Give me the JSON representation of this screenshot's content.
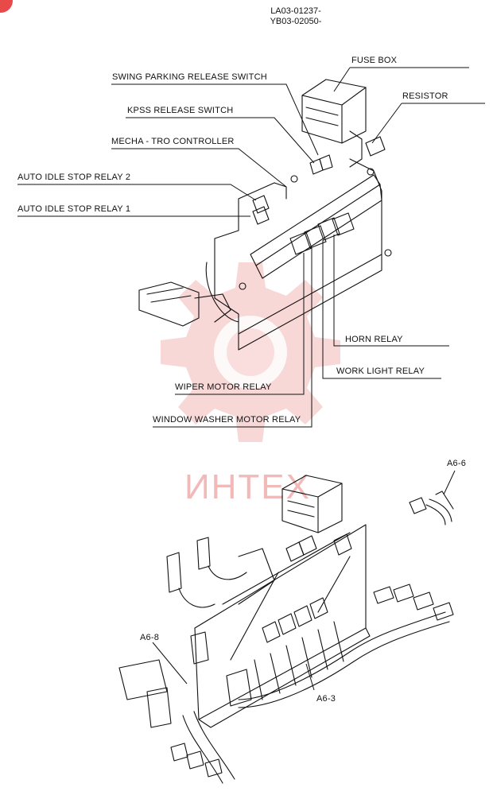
{
  "header": {
    "codes": [
      "LA03-01237-",
      "YB03-02050-"
    ]
  },
  "labels": {
    "fuse_box": "FUSE BOX",
    "swing_parking_release_switch": "SWING PARKING RELEASE SWITCH",
    "resistor": "RESISTOR",
    "kpss_release_switch": "KPSS RELEASE SWITCH",
    "mecha_tro_controller": "MECHA - TRO CONTROLLER",
    "auto_idle_stop_relay_2": "AUTO IDLE STOP RELAY 2",
    "auto_idle_stop_relay_1": "AUTO IDLE STOP RELAY 1",
    "horn_relay": "HORN RELAY",
    "work_light_relay": "WORK LIGHT RELAY",
    "wiper_motor_relay": "WIPER MOTOR RELAY",
    "window_washer_motor_relay": "WINDOW WASHER MOTOR RELAY"
  },
  "callouts": {
    "a6_6": "A6-6",
    "a6_8": "A6-8",
    "a6_3": "A6-3"
  },
  "watermark": {
    "text": "ИНТЕХ"
  },
  "colors": {
    "line": "#111111",
    "watermark": "#f2b9b9",
    "badge": "#e84a4a"
  }
}
